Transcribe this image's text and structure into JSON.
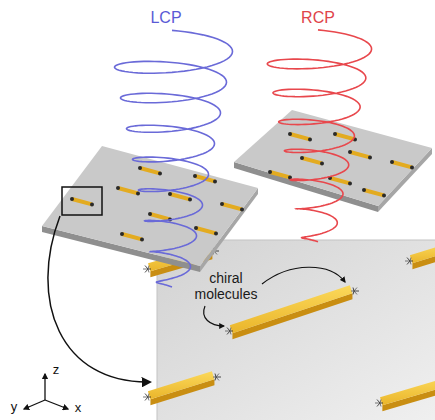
{
  "diagram": {
    "labels": [
      "LCP",
      "RCP",
      "chiral molecules",
      "z",
      "y",
      "x"
    ]
  }
}
